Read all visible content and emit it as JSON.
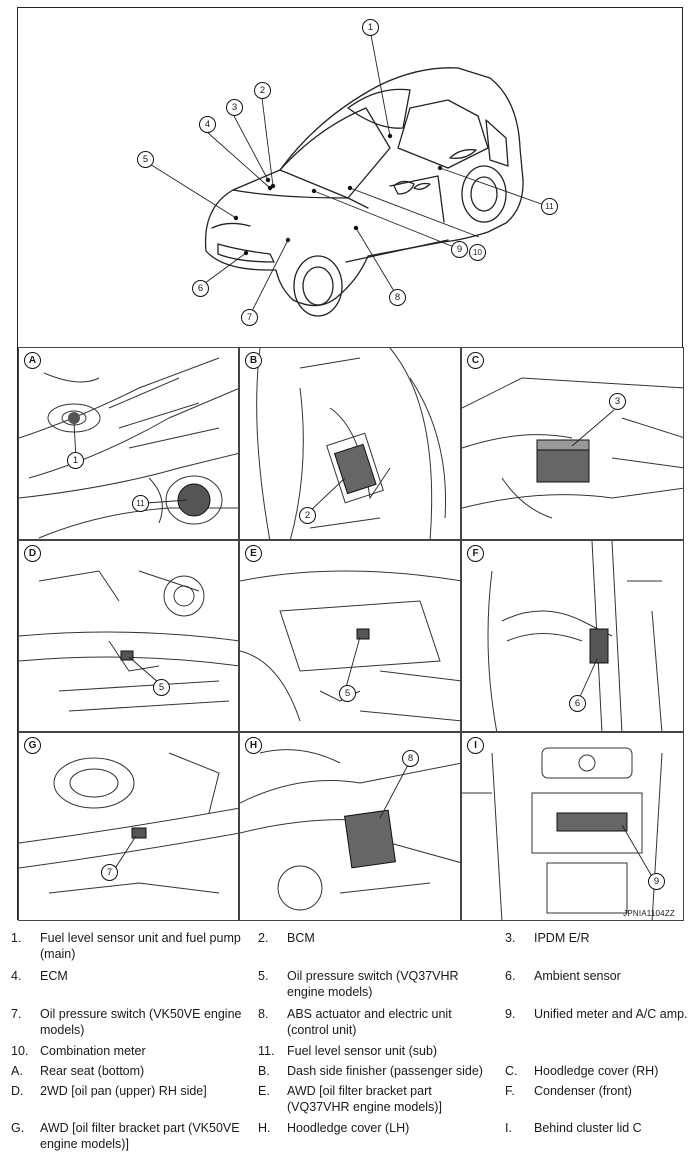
{
  "figure_code": "JPNIA1104ZZ",
  "overview_callouts": [
    "1",
    "2",
    "3",
    "4",
    "5",
    "6",
    "7",
    "8",
    "9",
    "10",
    "11"
  ],
  "panels": [
    {
      "letter": "A",
      "callouts": [
        "1",
        "11"
      ]
    },
    {
      "letter": "B",
      "callouts": [
        "2"
      ]
    },
    {
      "letter": "C",
      "callouts": [
        "3"
      ]
    },
    {
      "letter": "D",
      "callouts": [
        "5"
      ]
    },
    {
      "letter": "E",
      "callouts": [
        "5"
      ]
    },
    {
      "letter": "F",
      "callouts": [
        "6"
      ]
    },
    {
      "letter": "G",
      "callouts": [
        "7"
      ]
    },
    {
      "letter": "H",
      "callouts": [
        "8"
      ]
    },
    {
      "letter": "I",
      "callouts": [
        "9"
      ]
    }
  ],
  "legend": [
    {
      "num": "1.",
      "text": "Fuel level sensor unit and fuel pump (main)"
    },
    {
      "num": "2.",
      "text": "BCM"
    },
    {
      "num": "3.",
      "text": "IPDM E/R"
    },
    {
      "num": "4.",
      "text": "ECM"
    },
    {
      "num": "5.",
      "text": "Oil pressure switch (VQ37VHR engine models)"
    },
    {
      "num": "6.",
      "text": "Ambient sensor"
    },
    {
      "num": "7.",
      "text": "Oil pressure switch (VK50VE engine models)"
    },
    {
      "num": "8.",
      "text": "ABS actuator and electric unit (control unit)"
    },
    {
      "num": "9.",
      "text": "Unified meter and A/C amp."
    },
    {
      "num": "10.",
      "text": "Combination meter"
    },
    {
      "num": "11.",
      "text": "Fuel level sensor unit (sub)"
    },
    {
      "num": "A.",
      "text": "Rear seat (bottom)"
    },
    {
      "num": "B.",
      "text": "Dash side finisher (passenger side)"
    },
    {
      "num": "C.",
      "text": "Hoodledge cover (RH)"
    },
    {
      "num": "D.",
      "text": "2WD [oil pan (upper) RH side]"
    },
    {
      "num": "E.",
      "text": "AWD [oil filter bracket part (VQ37VHR engine models)]"
    },
    {
      "num": "F.",
      "text": "Condenser (front)"
    },
    {
      "num": "G.",
      "text": "AWD [oil filter bracket part (VK50VE engine models)]"
    },
    {
      "num": "H.",
      "text": "Hoodledge cover (LH)"
    },
    {
      "num": "I.",
      "text": "Behind cluster lid C"
    }
  ]
}
